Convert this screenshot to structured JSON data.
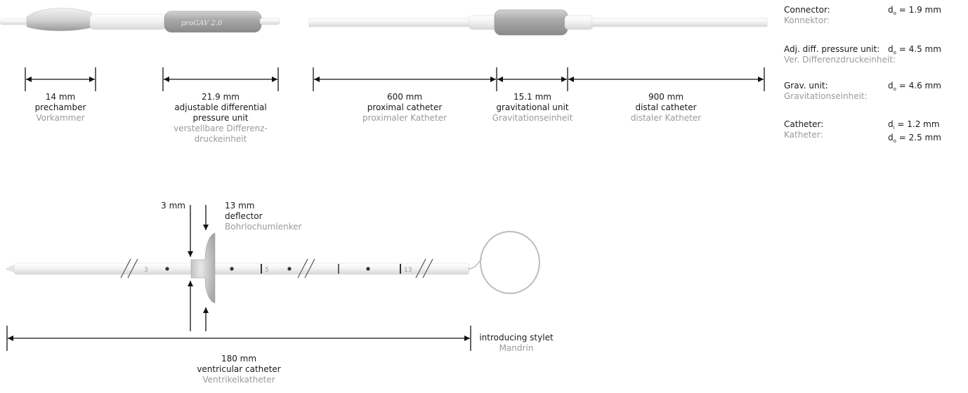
{
  "devices": {
    "progav_logo": "proGAV 2.0"
  },
  "labels": {
    "prechamber": {
      "dim": "14 mm",
      "en": "prechamber",
      "de": "Vorkammer"
    },
    "adj_unit": {
      "dim": "21.9 mm",
      "en1": "adjustable differential",
      "en2": "pressure unit",
      "de1": "verstellbare Differenz-",
      "de2": "druckeinheit"
    },
    "proximal": {
      "dim": "600 mm",
      "en": "proximal catheter",
      "de": "proximaler Katheter"
    },
    "grav_unit": {
      "dim": "15.1 mm",
      "en": "gravitational unit",
      "de": "Gravitationseinheit"
    },
    "distal": {
      "dim": "900 mm",
      "en": "distal catheter",
      "de": "distaler Katheter"
    },
    "three_mm": "3 mm",
    "deflector": {
      "dim": "13 mm",
      "en": "deflector",
      "de": "Bohrlochumlenker"
    },
    "ventricular": {
      "dim": "180 mm",
      "en": "ventricular catheter",
      "de": "Ventrikelkatheter"
    },
    "stylet": {
      "en": "introducing stylet",
      "de": "Mandrin"
    }
  },
  "specs": {
    "connector": {
      "name": "Connector:",
      "de": "Konnektor:",
      "sym": "d",
      "sub": "o",
      "val": "= 1.9 mm"
    },
    "adj": {
      "name": "Adj. diff. pressure unit:",
      "de": "Ver. Differenzdruckeinheit:",
      "sym": "d",
      "sub": "o",
      "val": "= 4.5 mm"
    },
    "grav": {
      "name": "Grav. unit:",
      "de": "Gravitationseinheit:",
      "sym": "d",
      "sub": "o",
      "val": "= 4.6 mm"
    },
    "catheter": {
      "name": "Catheter:",
      "de": "Katheter:",
      "sym": "d",
      "sub_i": "i",
      "val_i": "= 1.2 mm",
      "sub_o": "o",
      "val_o": "= 2.5 mm"
    }
  },
  "catheter_scale_marks": [
    "3",
    "5",
    "13"
  ]
}
